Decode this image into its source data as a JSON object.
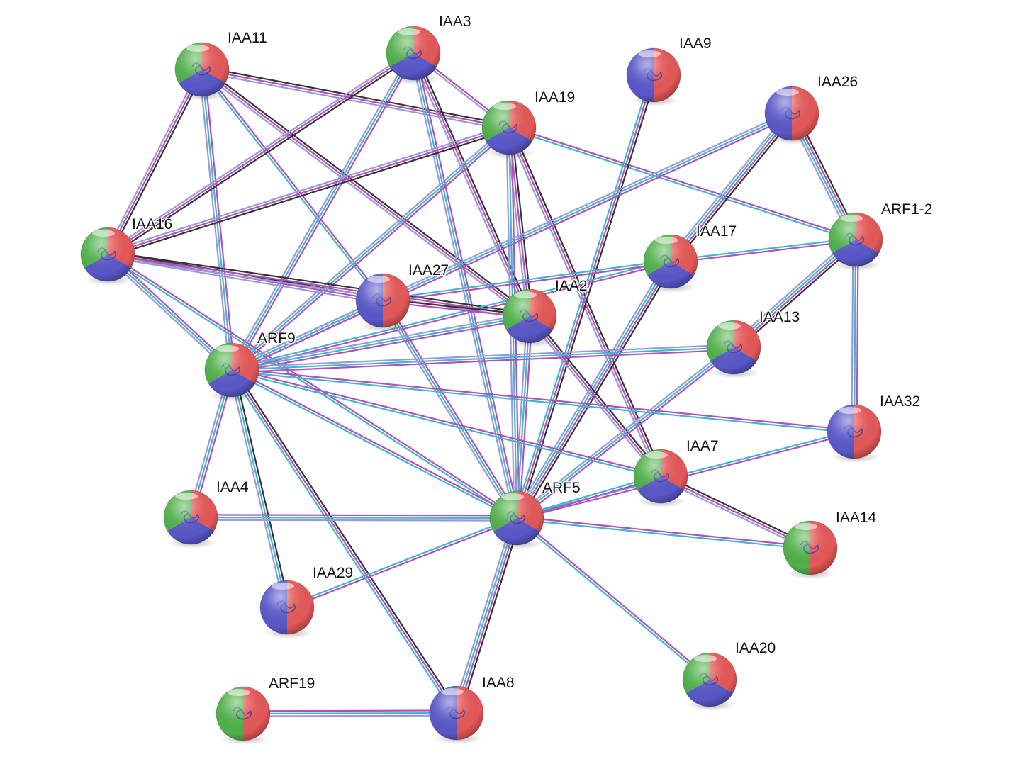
{
  "title": "",
  "evidence_colors": {
    "black": "#333333",
    "magenta": "#b24fb9",
    "cyan": "#3fb6cf",
    "lavender": "#9a98d6"
  },
  "sphere_colors": {
    "green": "#4fb04a",
    "red": "#e55858",
    "blue": "#5a58c8"
  },
  "nodes": [
    {
      "id": "IAA11",
      "label": "IAA11",
      "style": "tri",
      "structure": true
    },
    {
      "id": "IAA3",
      "label": "IAA3",
      "style": "tri",
      "structure": true
    },
    {
      "id": "IAA9",
      "label": "IAA9",
      "style": "duo",
      "structure": true
    },
    {
      "id": "IAA19",
      "label": "IAA19",
      "style": "tri",
      "structure": true
    },
    {
      "id": "IAA26",
      "label": "IAA26",
      "style": "duo",
      "structure": true
    },
    {
      "id": "IAA16",
      "label": "IAA16",
      "style": "tri",
      "structure": true
    },
    {
      "id": "ARF1-2",
      "label": "ARF1-2",
      "style": "tri",
      "structure": true
    },
    {
      "id": "IAA17",
      "label": "IAA17",
      "style": "tri",
      "structure": true
    },
    {
      "id": "IAA27",
      "label": "IAA27",
      "style": "duo",
      "structure": true
    },
    {
      "id": "IAA2",
      "label": "IAA2",
      "style": "tri",
      "structure": true
    },
    {
      "id": "IAA13",
      "label": "IAA13",
      "style": "tri",
      "structure": true
    },
    {
      "id": "ARF9",
      "label": "ARF9",
      "style": "tri",
      "structure": true
    },
    {
      "id": "IAA32",
      "label": "IAA32",
      "style": "duo",
      "structure": true
    },
    {
      "id": "IAA7",
      "label": "IAA7",
      "style": "tri",
      "structure": true
    },
    {
      "id": "IAA4",
      "label": "IAA4",
      "style": "tri",
      "structure": true
    },
    {
      "id": "ARF5",
      "label": "ARF5",
      "style": "tri",
      "structure": true
    },
    {
      "id": "IAA14",
      "label": "IAA14",
      "style": "gr",
      "structure": true
    },
    {
      "id": "IAA29",
      "label": "IAA29",
      "style": "duo",
      "structure": true
    },
    {
      "id": "IAA20",
      "label": "IAA20",
      "style": "tri",
      "structure": true
    },
    {
      "id": "ARF19",
      "label": "ARF19",
      "style": "gr",
      "structure": true
    },
    {
      "id": "IAA8",
      "label": "IAA8",
      "style": "duo",
      "structure": true
    }
  ],
  "edges": [
    {
      "source": "IAA11",
      "target": "IAA16",
      "evidence": [
        "black",
        "magenta",
        "lavender"
      ]
    },
    {
      "source": "IAA11",
      "target": "IAA19",
      "evidence": [
        "black",
        "magenta",
        "lavender"
      ]
    },
    {
      "source": "IAA11",
      "target": "IAA2",
      "evidence": [
        "black",
        "magenta",
        "lavender"
      ]
    },
    {
      "source": "IAA11",
      "target": "ARF9",
      "evidence": [
        "magenta",
        "cyan",
        "lavender"
      ]
    },
    {
      "source": "IAA11",
      "target": "IAA27",
      "evidence": [
        "magenta",
        "cyan"
      ]
    },
    {
      "source": "IAA3",
      "target": "IAA16",
      "evidence": [
        "black",
        "magenta",
        "lavender"
      ]
    },
    {
      "source": "IAA3",
      "target": "ARF9",
      "evidence": [
        "magenta",
        "cyan",
        "lavender"
      ]
    },
    {
      "source": "IAA3",
      "target": "IAA2",
      "evidence": [
        "black",
        "magenta",
        "lavender"
      ]
    },
    {
      "source": "IAA3",
      "target": "ARF5",
      "evidence": [
        "magenta",
        "cyan",
        "lavender"
      ]
    },
    {
      "source": "IAA3",
      "target": "IAA19",
      "evidence": [
        "magenta",
        "lavender"
      ]
    },
    {
      "source": "IAA19",
      "target": "IAA16",
      "evidence": [
        "black",
        "magenta",
        "lavender"
      ]
    },
    {
      "source": "IAA19",
      "target": "ARF9",
      "evidence": [
        "magenta",
        "cyan",
        "lavender"
      ]
    },
    {
      "source": "IAA19",
      "target": "IAA2",
      "evidence": [
        "black",
        "magenta",
        "lavender"
      ]
    },
    {
      "source": "IAA19",
      "target": "ARF5",
      "evidence": [
        "magenta",
        "cyan",
        "lavender"
      ]
    },
    {
      "source": "IAA19",
      "target": "IAA7",
      "evidence": [
        "black",
        "magenta",
        "lavender"
      ]
    },
    {
      "source": "IAA19",
      "target": "ARF1-2",
      "evidence": [
        "magenta",
        "cyan"
      ]
    },
    {
      "source": "IAA9",
      "target": "ARF5",
      "evidence": [
        "black",
        "magenta",
        "cyan"
      ]
    },
    {
      "source": "IAA26",
      "target": "ARF1-2",
      "evidence": [
        "black",
        "magenta",
        "cyan",
        "lavender"
      ]
    },
    {
      "source": "IAA26",
      "target": "IAA17",
      "evidence": [
        "black",
        "magenta",
        "cyan",
        "lavender"
      ]
    },
    {
      "source": "IAA26",
      "target": "ARF9",
      "evidence": [
        "magenta",
        "cyan",
        "lavender"
      ]
    },
    {
      "source": "IAA16",
      "target": "IAA27",
      "evidence": [
        "black",
        "magenta",
        "lavender"
      ]
    },
    {
      "source": "IAA16",
      "target": "IAA2",
      "evidence": [
        "black",
        "magenta",
        "lavender"
      ]
    },
    {
      "source": "IAA16",
      "target": "ARF9",
      "evidence": [
        "magenta",
        "cyan",
        "lavender"
      ]
    },
    {
      "source": "IAA16",
      "target": "ARF5",
      "evidence": [
        "magenta",
        "cyan"
      ]
    },
    {
      "source": "ARF1-2",
      "target": "IAA13",
      "evidence": [
        "black",
        "magenta",
        "cyan",
        "lavender"
      ]
    },
    {
      "source": "ARF1-2",
      "target": "IAA32",
      "evidence": [
        "magenta",
        "cyan",
        "lavender"
      ]
    },
    {
      "source": "ARF1-2",
      "target": "IAA17",
      "evidence": [
        "magenta",
        "cyan"
      ]
    },
    {
      "source": "IAA17",
      "target": "ARF5",
      "evidence": [
        "black",
        "magenta",
        "cyan",
        "lavender"
      ]
    },
    {
      "source": "IAA17",
      "target": "ARF9",
      "evidence": [
        "magenta",
        "cyan"
      ]
    },
    {
      "source": "IAA17",
      "target": "IAA27",
      "evidence": [
        "magenta",
        "cyan"
      ]
    },
    {
      "source": "IAA27",
      "target": "ARF9",
      "evidence": [
        "magenta",
        "cyan",
        "lavender"
      ]
    },
    {
      "source": "IAA27",
      "target": "ARF5",
      "evidence": [
        "magenta",
        "cyan",
        "lavender"
      ]
    },
    {
      "source": "IAA27",
      "target": "IAA2",
      "evidence": [
        "black",
        "magenta"
      ]
    },
    {
      "source": "IAA2",
      "target": "ARF9",
      "evidence": [
        "magenta",
        "cyan",
        "lavender"
      ]
    },
    {
      "source": "IAA2",
      "target": "ARF5",
      "evidence": [
        "magenta",
        "cyan",
        "lavender"
      ]
    },
    {
      "source": "IAA2",
      "target": "IAA7",
      "evidence": [
        "black",
        "magenta",
        "lavender"
      ]
    },
    {
      "source": "IAA13",
      "target": "ARF9",
      "evidence": [
        "magenta",
        "cyan",
        "lavender"
      ]
    },
    {
      "source": "IAA13",
      "target": "ARF5",
      "evidence": [
        "magenta",
        "cyan",
        "lavender"
      ]
    },
    {
      "source": "ARF9",
      "target": "IAA32",
      "evidence": [
        "magenta",
        "cyan"
      ]
    },
    {
      "source": "ARF9",
      "target": "IAA7",
      "evidence": [
        "magenta",
        "cyan"
      ]
    },
    {
      "source": "ARF9",
      "target": "IAA4",
      "evidence": [
        "magenta",
        "cyan",
        "lavender"
      ]
    },
    {
      "source": "ARF9",
      "target": "IAA29",
      "evidence": [
        "black",
        "cyan",
        "lavender"
      ]
    },
    {
      "source": "ARF9",
      "target": "IAA8",
      "evidence": [
        "black",
        "magenta",
        "cyan"
      ]
    },
    {
      "source": "ARF9",
      "target": "ARF5",
      "evidence": [
        "magenta",
        "cyan"
      ]
    },
    {
      "source": "IAA32",
      "target": "ARF5",
      "evidence": [
        "magenta",
        "cyan"
      ]
    },
    {
      "source": "IAA7",
      "target": "ARF5",
      "evidence": [
        "magenta",
        "cyan"
      ]
    },
    {
      "source": "IAA7",
      "target": "IAA14",
      "evidence": [
        "black",
        "magenta",
        "lavender"
      ]
    },
    {
      "source": "IAA4",
      "target": "ARF5",
      "evidence": [
        "magenta",
        "cyan",
        "lavender"
      ]
    },
    {
      "source": "ARF5",
      "target": "IAA14",
      "evidence": [
        "magenta",
        "cyan"
      ]
    },
    {
      "source": "ARF5",
      "target": "IAA29",
      "evidence": [
        "magenta",
        "cyan"
      ]
    },
    {
      "source": "ARF5",
      "target": "IAA20",
      "evidence": [
        "magenta",
        "cyan"
      ]
    },
    {
      "source": "ARF5",
      "target": "IAA8",
      "evidence": [
        "black",
        "magenta",
        "cyan",
        "lavender"
      ]
    },
    {
      "source": "ARF19",
      "target": "IAA8",
      "evidence": [
        "magenta",
        "cyan",
        "lavender"
      ]
    }
  ]
}
